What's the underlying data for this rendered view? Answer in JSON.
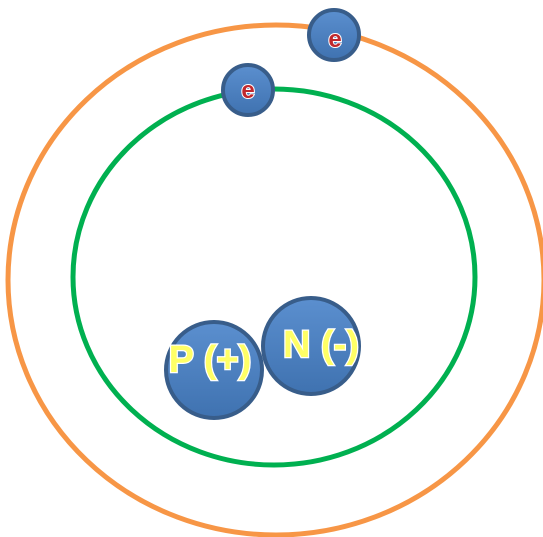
{
  "atom": {
    "orbits": [
      {
        "name": "inner-orbit",
        "color": "#00b050"
      },
      {
        "name": "outer-orbit",
        "color": "#f79646"
      }
    ],
    "nucleus": {
      "proton_label": "P (+)",
      "neutron_label": "N (-)",
      "particle_fill": "#4f81bd",
      "particle_border": "#385d8a",
      "label_fill": "#ffff66",
      "label_outline": "#ffffff"
    },
    "electrons": [
      {
        "name": "electron-outer",
        "label": "e"
      },
      {
        "name": "electron-inner",
        "label": "e"
      }
    ],
    "electron_label_fill": "#c0282d",
    "electron_label_outline": "#ffffff"
  }
}
